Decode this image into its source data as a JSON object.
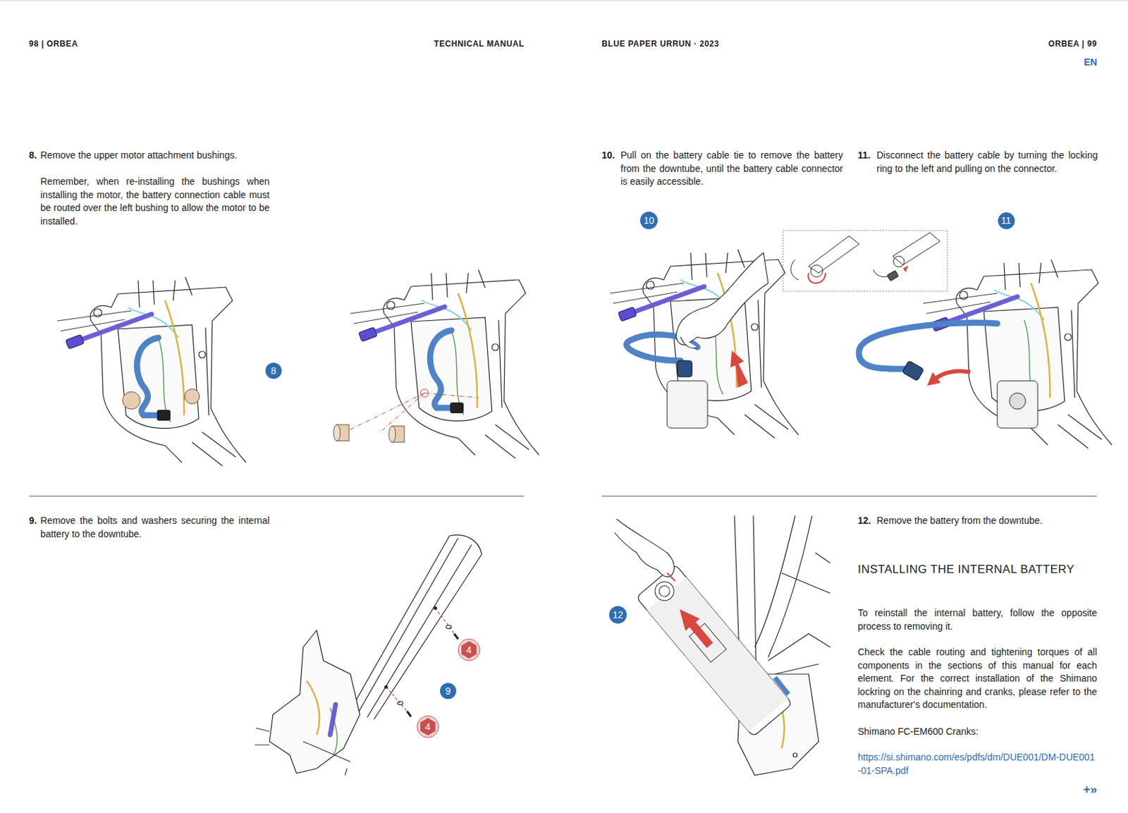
{
  "diagram": {
    "nodes": [
      {
        "text": [
          "8"
        ]
      },
      {
        "text": [
          "4"
        ]
      },
      {
        "text": [
          "9"
        ]
      },
      {
        "text": [
          "4"
        ]
      },
      {
        "text": [
          "10"
        ]
      },
      {
        "text": [
          "11"
        ]
      },
      {
        "text": [
          "12"
        ]
      }
    ],
    "labels": [
      "98 | ORBEA",
      "TECHNICAL MANUAL",
      "BLUE PAPER URRUN · 2023",
      "ORBEA | 99",
      "EN",
      "8.",
      "Remove the upper motor attachment bushings.",
      "Remember, when re-installing the bushings when installing the motor, the battery connection cable must be routed over the left bushing to allow the motor to be installed.",
      "9.",
      "Remove the bolts and washers securing the internal battery to the downtube.",
      "10.",
      "Pull on the battery cable tie to remove the battery from the downtube, until the battery cable connector is easily accessible.",
      "11.",
      "Disconnect the battery cable by turning the locking ring to the left and pulling on the connector.",
      "12.",
      "Remove the battery from the downtube.",
      "INSTALLING THE INTERNAL BATTERY",
      "To reinstall the internal battery, follow the opposite process to removing it.",
      "Check the cable routing and tightening torques of all components in the sections of this manual for each element. For the correct installation of the Shimano lockring on the chainring and cranks, please refer to the manufacturer's documentation.",
      "Shimano FC-EM600 Cranks:",
      "https://si.shimano.com/es/pdfs/dm/DUE001/DM-DUE001-01-SPA.pdf",
      "+»"
    ]
  }
}
